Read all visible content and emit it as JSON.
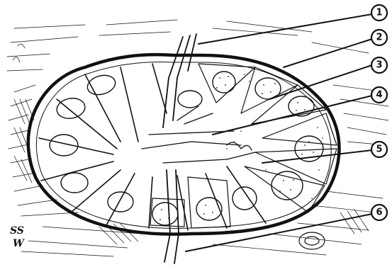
{
  "figure": {
    "callouts": [
      {
        "number": "1"
      },
      {
        "number": "2"
      },
      {
        "number": "3"
      },
      {
        "number": "4"
      },
      {
        "number": "5"
      },
      {
        "number": "6"
      }
    ],
    "signature": {
      "line1": "SS",
      "line2": "W"
    },
    "colors": {
      "ink": "#111111",
      "paper": "#ffffff"
    }
  }
}
